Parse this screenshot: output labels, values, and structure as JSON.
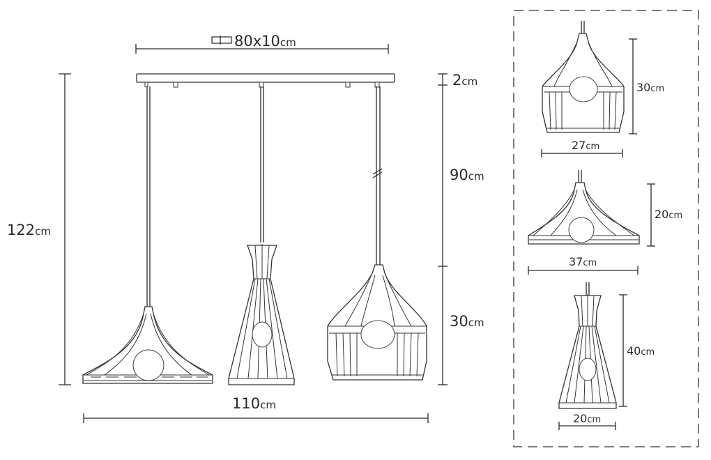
{
  "dimensions": {
    "canopy": {
      "value": "80x10",
      "unit": "cm"
    },
    "canopy_height": {
      "value": "2",
      "unit": "cm"
    },
    "total_height": {
      "value": "122",
      "unit": "cm"
    },
    "cable_length": {
      "value": "90",
      "unit": "cm"
    },
    "shade_height": {
      "value": "30",
      "unit": "cm"
    },
    "total_width": {
      "value": "110",
      "unit": "cm"
    }
  },
  "details": [
    {
      "height": {
        "value": "30",
        "unit": "cm"
      },
      "width": {
        "value": "27",
        "unit": "cm"
      }
    },
    {
      "height": {
        "value": "20",
        "unit": "cm"
      },
      "width": {
        "value": "37",
        "unit": "cm"
      }
    },
    {
      "height": {
        "value": "40",
        "unit": "cm"
      },
      "width": {
        "value": "20",
        "unit": "cm"
      }
    }
  ]
}
